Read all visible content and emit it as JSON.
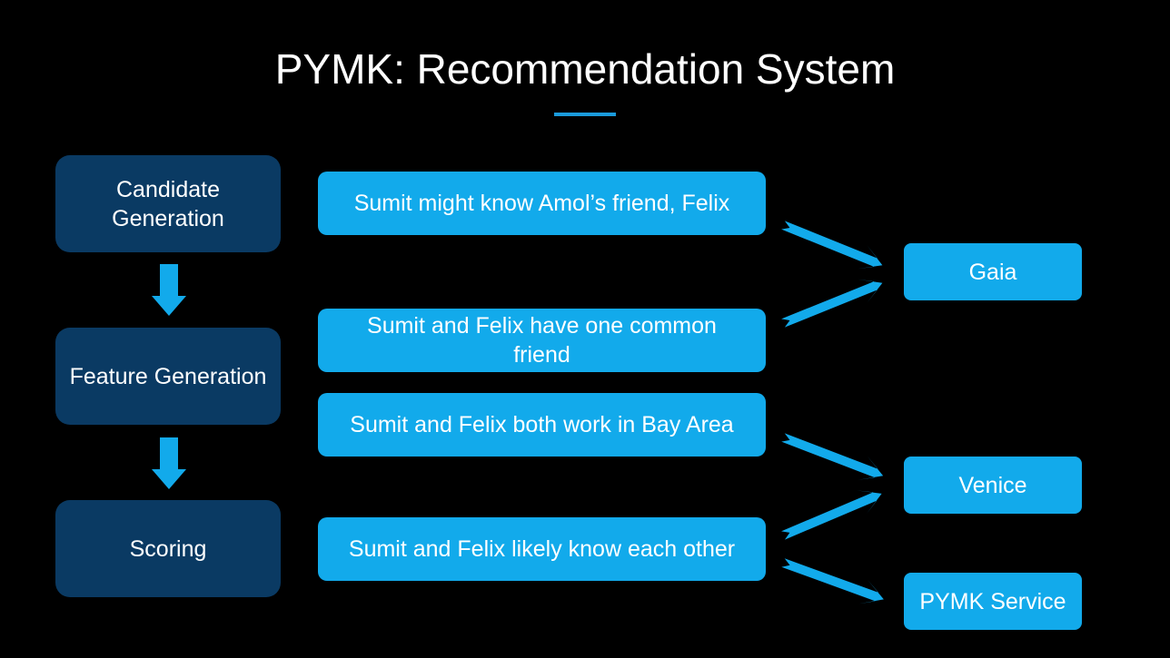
{
  "title": "PYMK: Recommendation System",
  "colors": {
    "background": "#000000",
    "stage_box": "#0a3a63",
    "fact_box": "#12aaeb",
    "arrow": "#12aaeb",
    "accent_line": "#1a9bdc"
  },
  "stages": [
    {
      "label": "Candidate Generation"
    },
    {
      "label": "Feature Generation"
    },
    {
      "label": "Scoring"
    }
  ],
  "facts": [
    {
      "label": "Sumit might know Amol’s friend, Felix"
    },
    {
      "label": "Sumit and Felix have one common friend"
    },
    {
      "label": "Sumit and Felix both work in Bay Area"
    },
    {
      "label": "Sumit and Felix likely know each other"
    }
  ],
  "systems": [
    {
      "label": "Gaia"
    },
    {
      "label": "Venice"
    },
    {
      "label": "PYMK Service"
    }
  ],
  "connections": [
    {
      "from": "Sumit might know Amol’s friend, Felix",
      "to": "Gaia"
    },
    {
      "from": "Sumit and Felix have one common friend",
      "to": "Gaia"
    },
    {
      "from": "Sumit and Felix both work in Bay Area",
      "to": "Venice"
    },
    {
      "from": "Sumit and Felix likely know each other",
      "to": "Venice"
    },
    {
      "from": "Sumit and Felix likely know each other",
      "to": "PYMK Service"
    }
  ],
  "icons": {
    "stage_flow": "down-arrow-icon",
    "fact_to_system": "right-arrow-icon"
  }
}
